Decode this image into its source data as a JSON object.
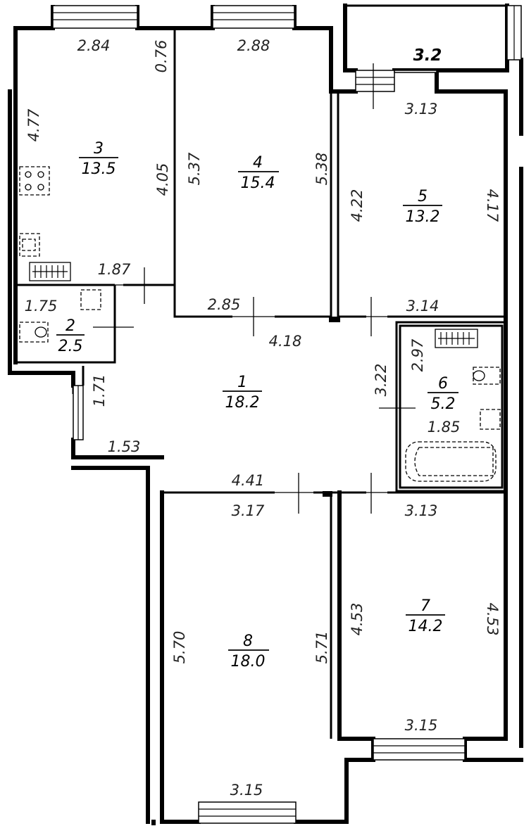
{
  "rooms": [
    {
      "number": "1",
      "area": "18.2"
    },
    {
      "number": "2",
      "area": "2.5"
    },
    {
      "number": "3",
      "area": "13.5"
    },
    {
      "number": "4",
      "area": "15.4"
    },
    {
      "number": "5",
      "area": "13.2"
    },
    {
      "number": "6",
      "area": "5.2"
    },
    {
      "number": "7",
      "area": "14.2"
    },
    {
      "number": "8",
      "area": "18.0"
    }
  ],
  "balcony": {
    "area": "3.2"
  },
  "dimensions": {
    "r3_top": "2.84",
    "r3_side_left": "4.77",
    "r3_side_right": "4.05",
    "r3_bottom": "1.87",
    "r3_corner": "0.76",
    "r4_top": "2.88",
    "r4_left": "5.37",
    "r4_right": "5.38",
    "r4_bottom": "2.85",
    "r5_top": "3.13",
    "r5_left": "4.22",
    "r5_right": "4.17",
    "r5_bottom": "3.14",
    "r2_width": "1.75",
    "hall_top": "4.18",
    "hall_right": "3.22",
    "hall_left": "1.71",
    "hall_bottom_left": "1.53",
    "hall_bottom": "4.41",
    "r6_side": "2.97",
    "r6_width": "1.85",
    "r8_top": "3.17",
    "r8_left": "5.70",
    "r8_right": "5.71",
    "r8_bottom": "3.15",
    "r7_top": "3.13",
    "r7_left": "4.53",
    "r7_right": "4.53",
    "r7_bottom": "3.15"
  }
}
